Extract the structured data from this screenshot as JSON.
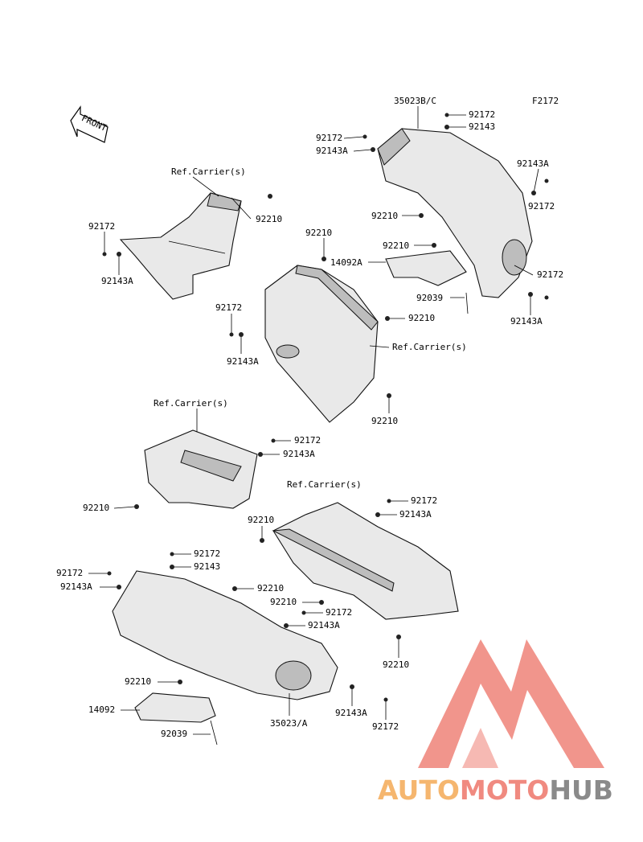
{
  "figure_code": "F2172",
  "front_label": "FRONT",
  "refs": {
    "ref1": "Ref.Carrier(s)",
    "ref2": "Ref.Carrier(s)",
    "ref3": "Ref.Carrier(s)",
    "ref4": "Ref.Carrier(s)"
  },
  "callouts": {
    "c35023bc": "35023B/C",
    "c92172_1": "92172",
    "c92143_1": "92143",
    "c92172_2": "92172",
    "c92143a_2": "92143A",
    "c92143a_3": "92143A",
    "c92172_3": "92172",
    "c92210_1": "92210",
    "c92210_2": "92210",
    "c92172_4": "92172",
    "c92143a_4": "92143A",
    "c92210_3": "92210",
    "c14092a": "14092A",
    "c92210_4": "92210",
    "c92039_1": "92039",
    "c92172_5": "92172",
    "c92143a_5": "92143A",
    "c92172_6": "92172",
    "c92143a_6": "92143A",
    "c92210_5": "92210",
    "c92210_6": "92210",
    "c92172_7": "92172",
    "c92143a_7": "92143A",
    "c92210_7": "92210",
    "c92172_8": "92172",
    "c92143a_8": "92143A",
    "c92210_8": "92210",
    "c92172_9": "92172",
    "c92143_9": "92143",
    "c92172_10": "92172",
    "c92143a_10": "92143A",
    "c92210_9": "92210",
    "c92210_10": "92210",
    "c92172_11": "92172",
    "c92143a_11": "92143A",
    "c92210_11": "92210",
    "c92210_12": "92210",
    "c14092": "14092",
    "c92039_2": "92039",
    "c35023a": "35023/A",
    "c92143a_12": "92143A",
    "c92172_12": "92172"
  },
  "watermark": {
    "part1": "AUTO",
    "part2": "MOTO",
    "part3": "HUB",
    "color1": "#f5b66f",
    "color2": "#f08a80",
    "color3": "#8a8a8a",
    "logo_color": "#f08a80"
  }
}
